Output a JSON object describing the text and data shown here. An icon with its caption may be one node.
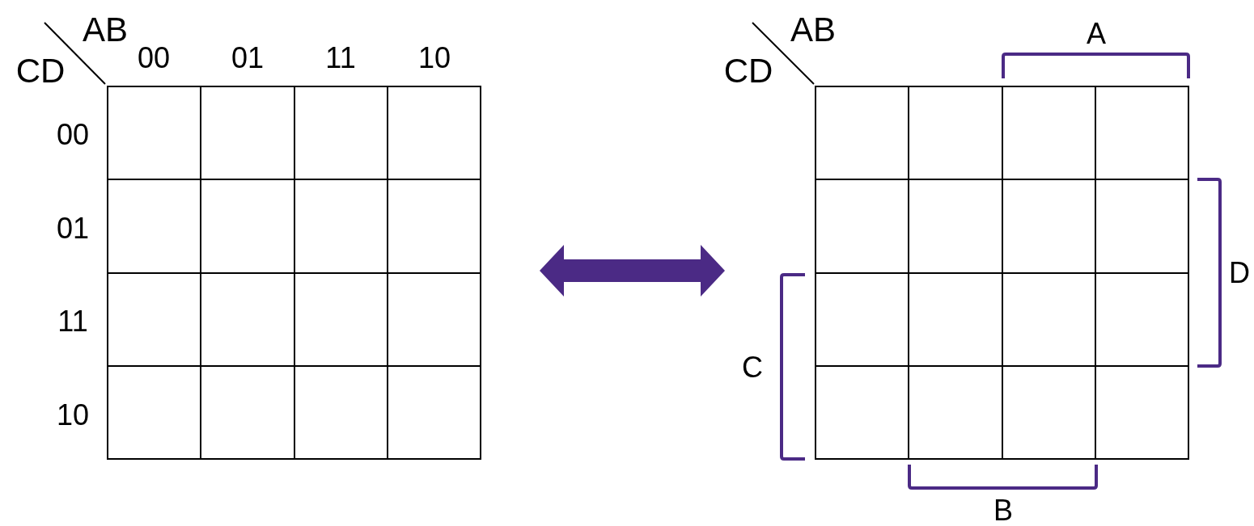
{
  "diagram": {
    "nodes": [
      {
        "text": [],
        "shape": "box"
      },
      {
        "text": [],
        "shape": "box"
      }
    ],
    "edges": [
      {
        "from": 0,
        "to": 1,
        "arrow": "both",
        "style": "thick"
      }
    ],
    "labels": [
      "AB",
      "CD",
      "00",
      "01",
      "11",
      "10",
      "00",
      "01",
      "11",
      "10",
      "AB",
      "A",
      "CD",
      "D",
      "C",
      "B"
    ]
  }
}
